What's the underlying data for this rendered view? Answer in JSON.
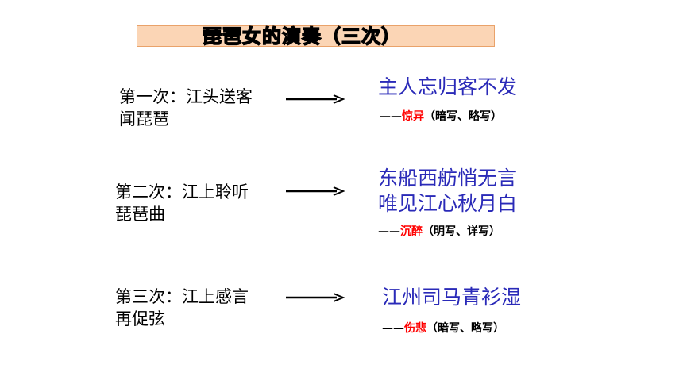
{
  "title": "琵琶女的演奏（三次）",
  "colors": {
    "title_bg": "#fbd5b5",
    "quote": "#2a2ab8",
    "keyword": "#ff0000"
  },
  "rows": [
    {
      "label_line1": "第一次：江头送客",
      "label_line2": "闻琵琶",
      "quote_lines": [
        "主人忘归客不发"
      ],
      "dash": "——",
      "keyword": "惊异",
      "note": "（暗写、略写）"
    },
    {
      "label_line1": "第二次：江上聆听",
      "label_line2": "琵琶曲",
      "quote_lines": [
        "东船西舫悄无言",
        "唯见江心秋月白"
      ],
      "dash": "——",
      "keyword": "沉醉",
      "note": "（明写、详写）"
    },
    {
      "label_line1": "第三次：江上感言",
      "label_line2": "再促弦",
      "quote_lines": [
        "江州司马青衫湿"
      ],
      "dash": "——",
      "keyword": "伤悲",
      "note": "（暗写、略写）"
    }
  ]
}
